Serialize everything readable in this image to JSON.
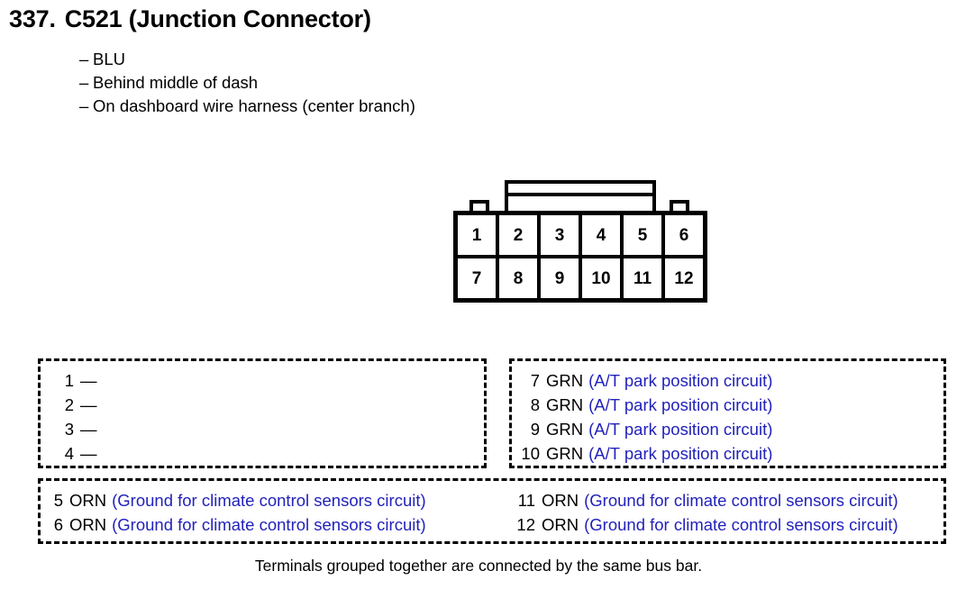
{
  "header": {
    "item_number": "337.",
    "title": "C521 (Junction Connector)",
    "bullets": [
      {
        "dash": "–",
        "text": "BLU"
      },
      {
        "dash": "–",
        "text": "Behind middle of dash"
      },
      {
        "dash": "–",
        "text": "On dashboard wire harness (center branch)"
      }
    ]
  },
  "connector": {
    "rows": [
      [
        "1",
        "2",
        "3",
        "4",
        "5",
        "6"
      ],
      [
        "7",
        "8",
        "9",
        "10",
        "11",
        "12"
      ]
    ]
  },
  "groups": {
    "top_left": {
      "entries": [
        {
          "pin": "1",
          "color": "—",
          "circuit": ""
        },
        {
          "pin": "2",
          "color": "—",
          "circuit": ""
        },
        {
          "pin": "3",
          "color": "—",
          "circuit": ""
        },
        {
          "pin": "4",
          "color": "—",
          "circuit": ""
        }
      ]
    },
    "top_right": {
      "entries": [
        {
          "pin": "7",
          "color": "GRN",
          "circuit": "(A/T park position circuit)"
        },
        {
          "pin": "8",
          "color": "GRN",
          "circuit": "(A/T park position circuit)"
        },
        {
          "pin": "9",
          "color": "GRN",
          "circuit": "(A/T park position circuit)"
        },
        {
          "pin": "10",
          "color": "GRN",
          "circuit": "(A/T park position circuit)"
        }
      ]
    },
    "bottom_left": {
      "entries": [
        {
          "pin": "5",
          "color": "ORN",
          "circuit": "(Ground for climate control sensors circuit)"
        },
        {
          "pin": "6",
          "color": "ORN",
          "circuit": "(Ground for climate control sensors circuit)"
        }
      ]
    },
    "bottom_right": {
      "entries": [
        {
          "pin": "11",
          "color": "ORN",
          "circuit": "(Ground for climate control sensors circuit)"
        },
        {
          "pin": "12",
          "color": "ORN",
          "circuit": "(Ground for climate control sensors circuit)"
        }
      ]
    }
  },
  "footer": {
    "note": "Terminals grouped together are connected by the same bus bar."
  },
  "colors": {
    "circuit_text": "#2222bb",
    "ink": "#000000",
    "background": "#ffffff"
  }
}
